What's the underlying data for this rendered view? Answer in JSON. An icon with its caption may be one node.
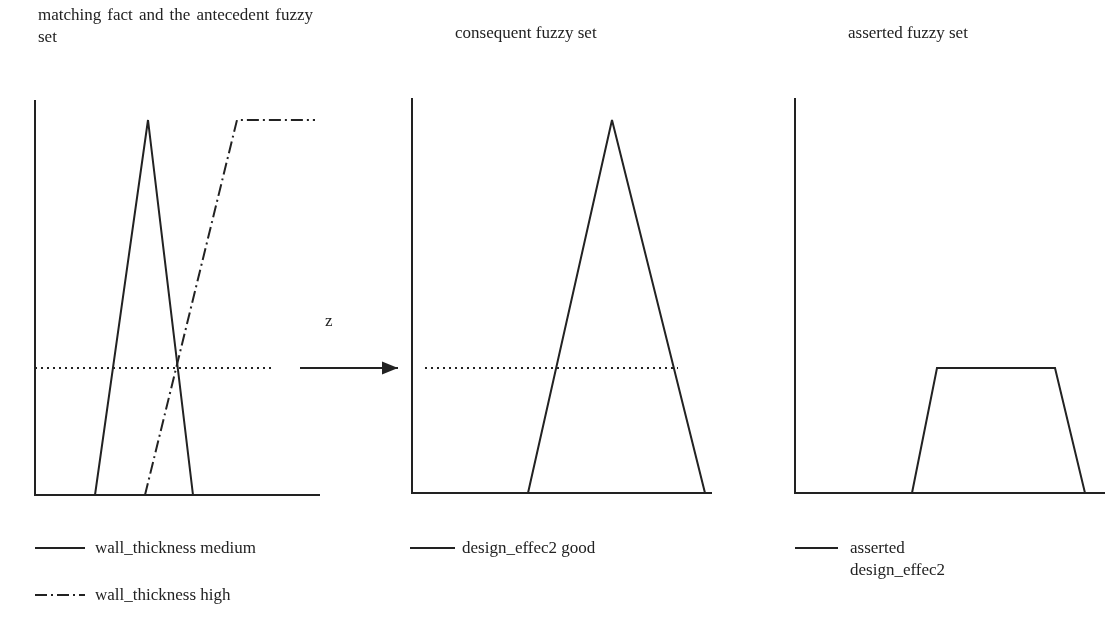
{
  "diagram": {
    "labels": [
      "matching fact and the antecedent fuzzy set",
      "consequent fuzzy set",
      "asserted fuzzy set",
      "z"
    ],
    "legend": [
      {
        "text": "wall_thickness medium"
      },
      {
        "text": "wall_thickness high"
      },
      {
        "text": "design_effec2 good"
      },
      {
        "text": "asserted design_effec2"
      }
    ]
  }
}
